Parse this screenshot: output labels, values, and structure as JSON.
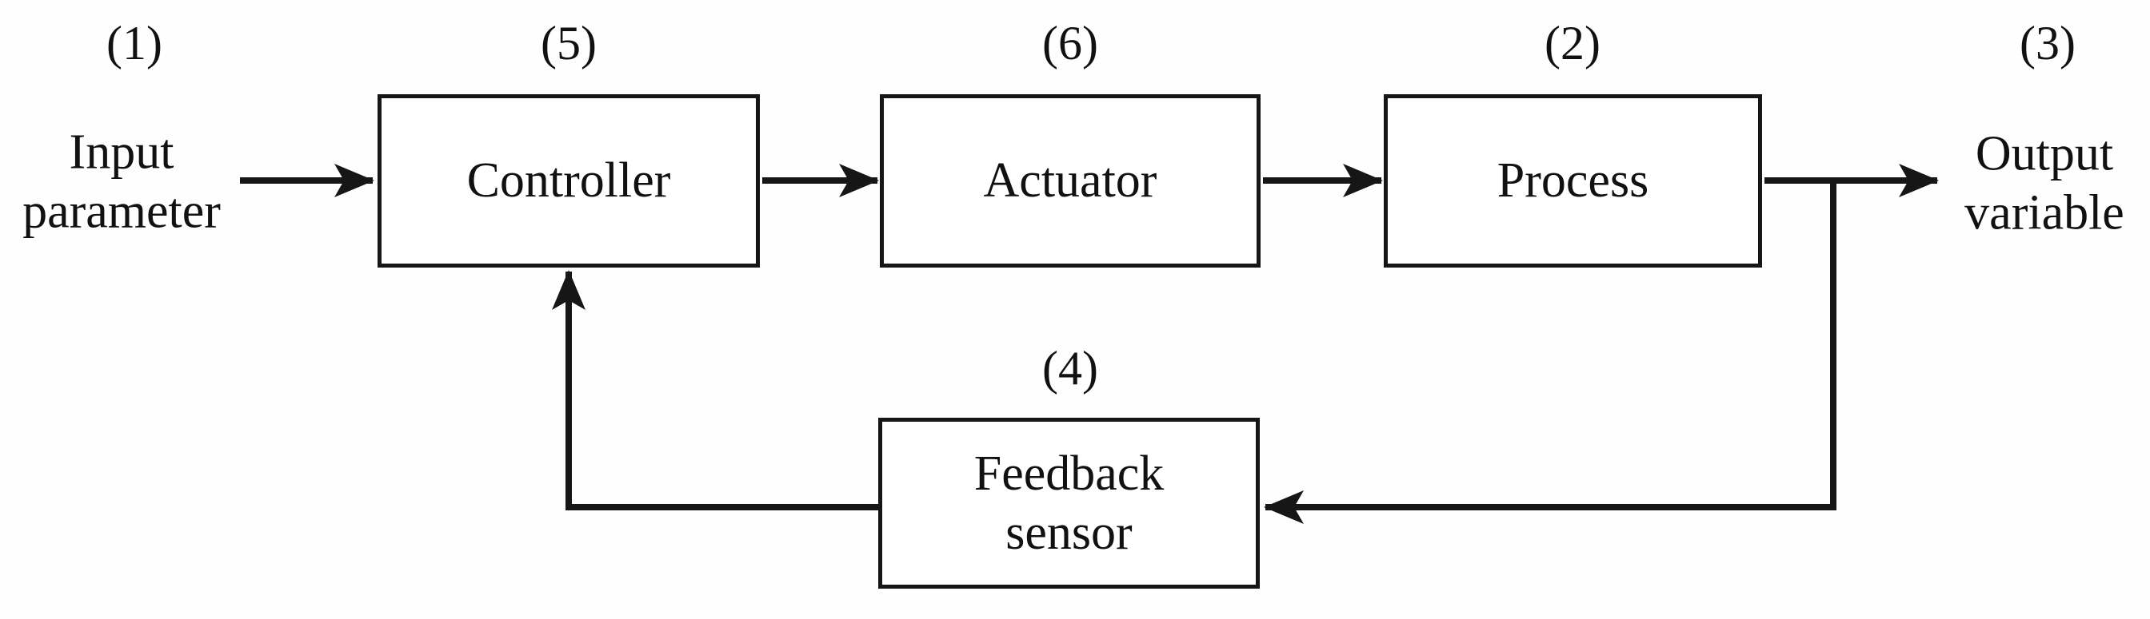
{
  "colors": {
    "line": "#161616",
    "text": "#111111",
    "box_fill": "#ffffff",
    "background": "#fefefe"
  },
  "nodes": [
    {
      "id": "input",
      "kind": "text-label",
      "number": "(1)",
      "label": "Input\nparameter"
    },
    {
      "id": "controller",
      "kind": "box",
      "number": "(5)",
      "label": "Controller"
    },
    {
      "id": "actuator",
      "kind": "box",
      "number": "(6)",
      "label": "Actuator"
    },
    {
      "id": "process",
      "kind": "box",
      "number": "(2)",
      "label": "Process"
    },
    {
      "id": "output",
      "kind": "text-label",
      "number": "(3)",
      "label": "Output\nvariable"
    },
    {
      "id": "feedback_sensor",
      "kind": "box",
      "number": "(4)",
      "label": "Feedback\nsensor"
    }
  ],
  "edges": [
    {
      "from": "input",
      "to": "controller"
    },
    {
      "from": "controller",
      "to": "actuator"
    },
    {
      "from": "actuator",
      "to": "process"
    },
    {
      "from": "process",
      "to": "output"
    },
    {
      "from": "process_out_line",
      "to": "feedback_sensor"
    },
    {
      "from": "feedback_sensor",
      "to": "controller"
    }
  ]
}
